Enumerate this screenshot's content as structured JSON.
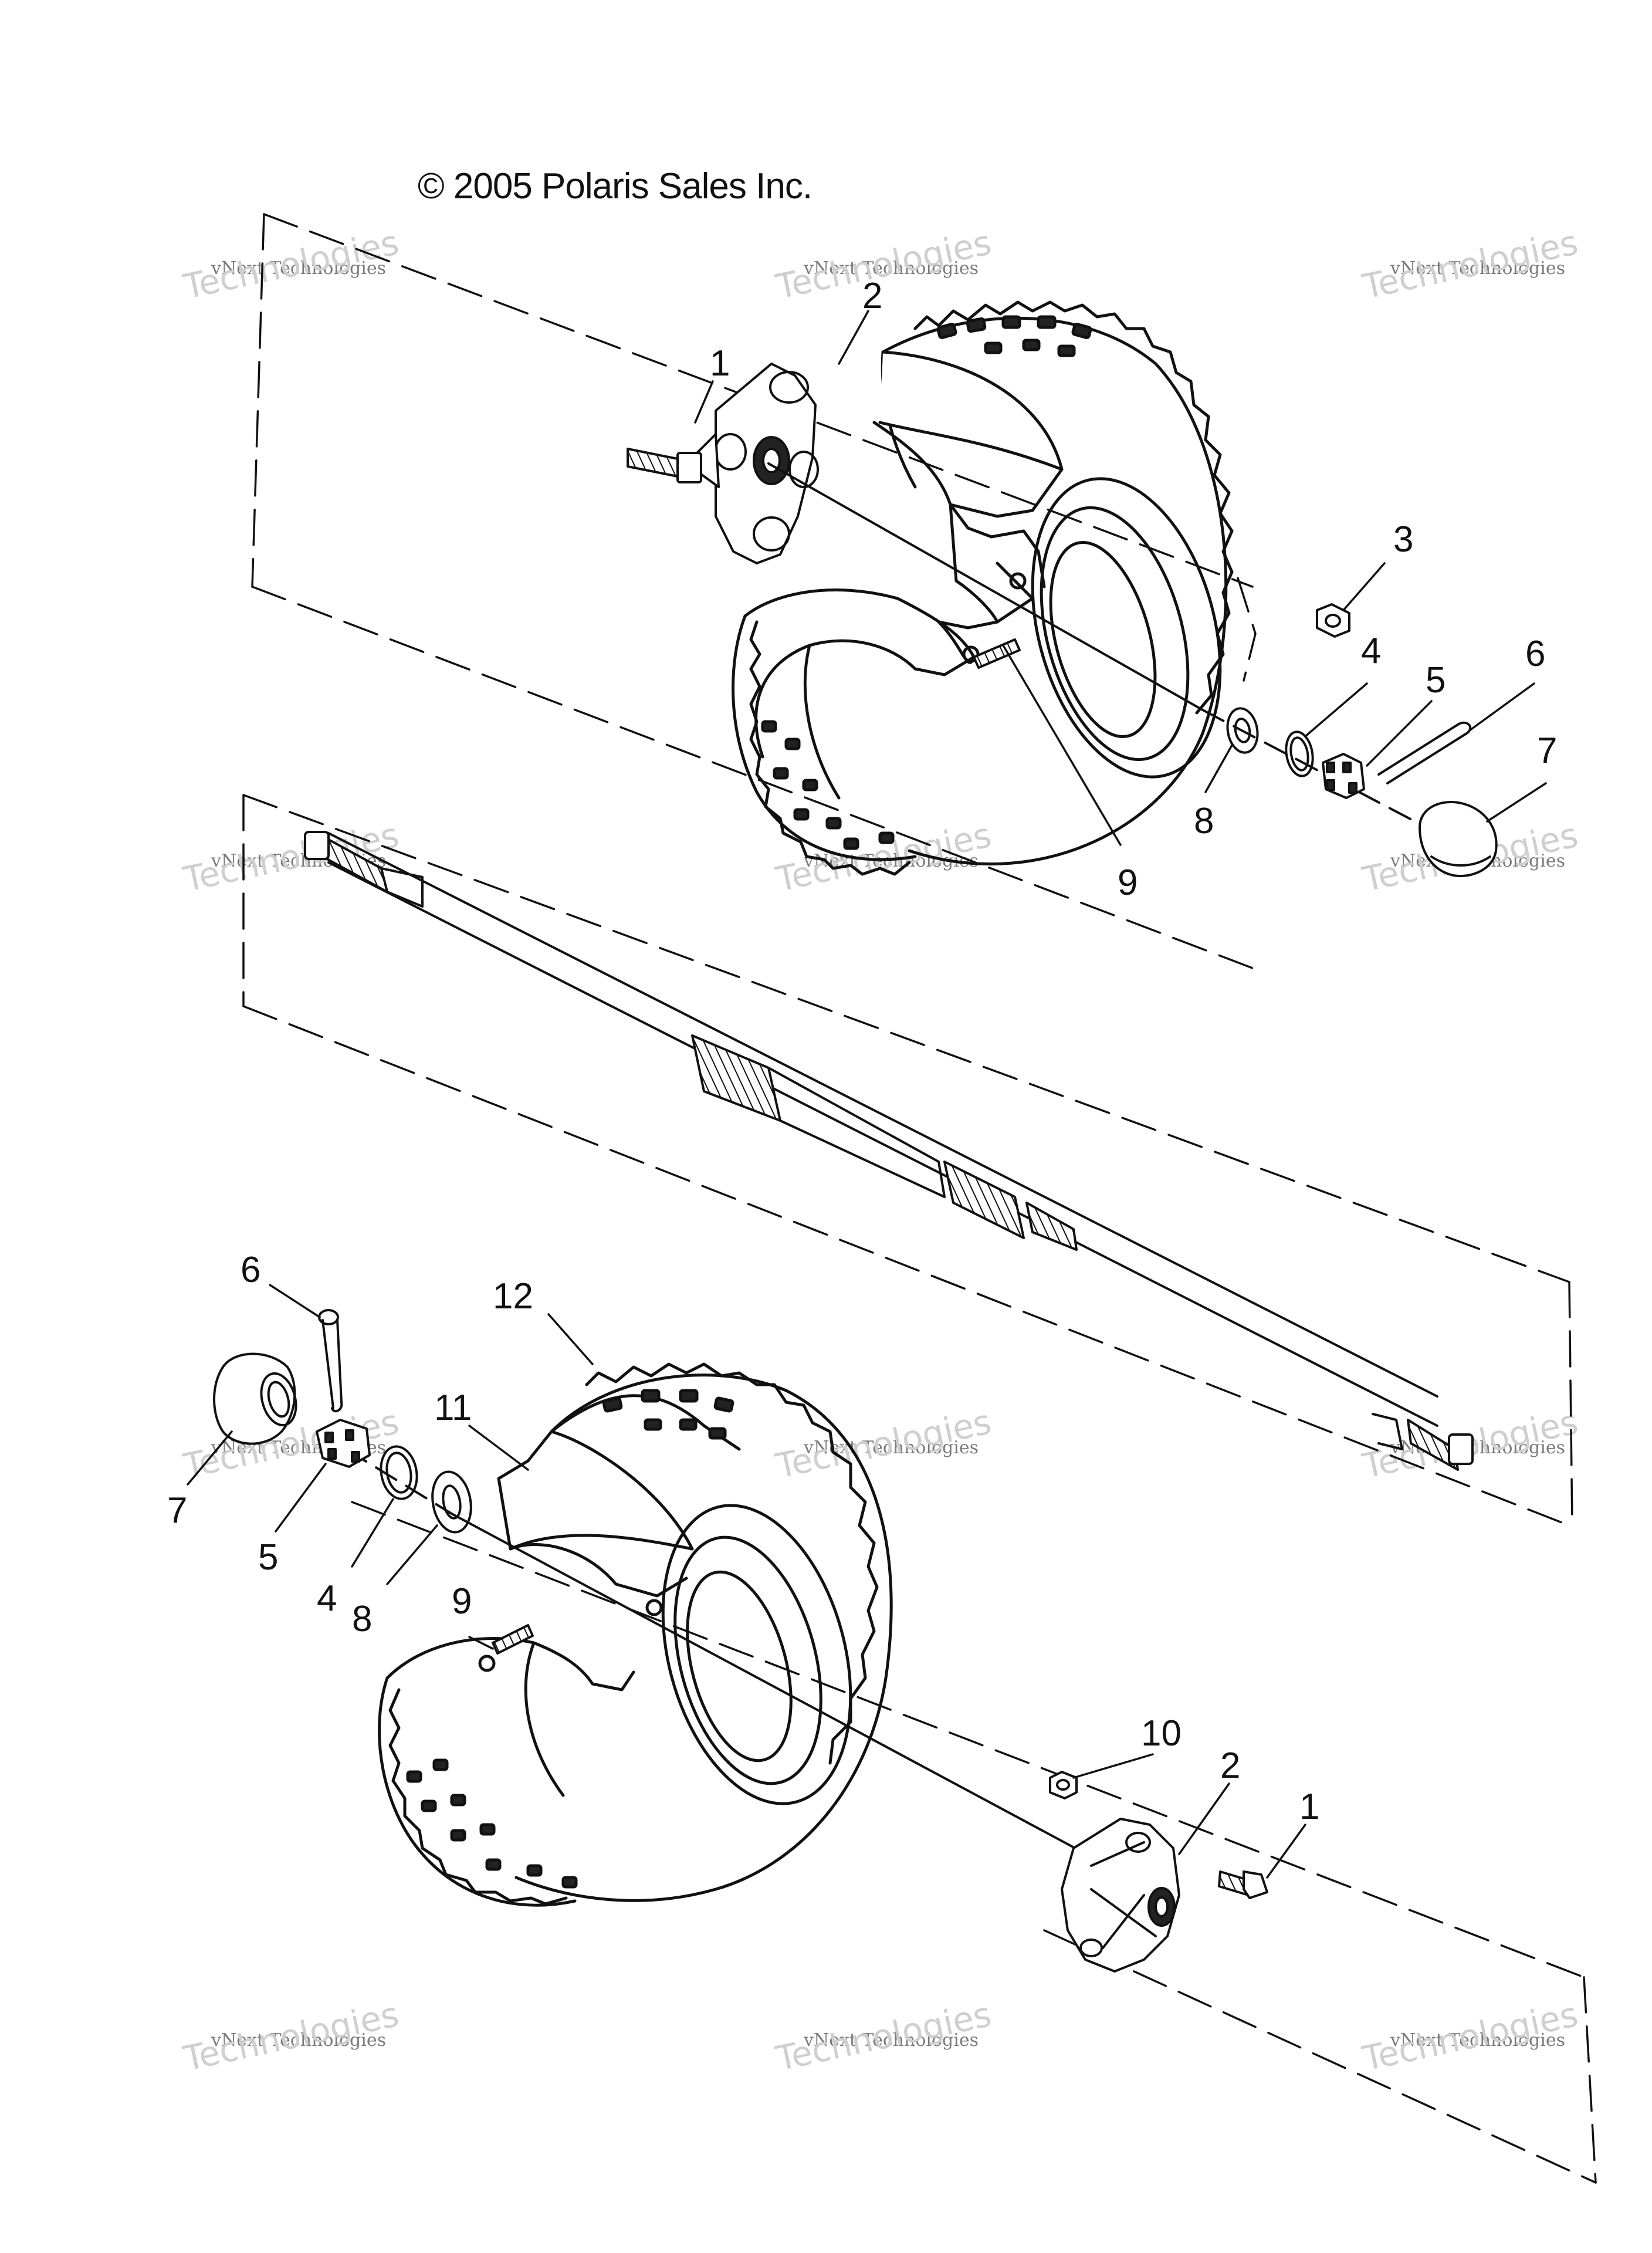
{
  "copyright": "© 2005 Polaris Sales Inc.",
  "watermark": {
    "line1": "vNext Technologies",
    "line2": "Technologies"
  },
  "callouts": {
    "top": [
      "1",
      "2",
      "3",
      "4",
      "5",
      "6",
      "7",
      "8",
      "9"
    ],
    "bottom": [
      "6",
      "12",
      "11",
      "7",
      "5",
      "4",
      "8",
      "9",
      "10",
      "2",
      "1"
    ]
  },
  "colors": {
    "line": "#111111",
    "watermark": "#bdbdbd"
  }
}
